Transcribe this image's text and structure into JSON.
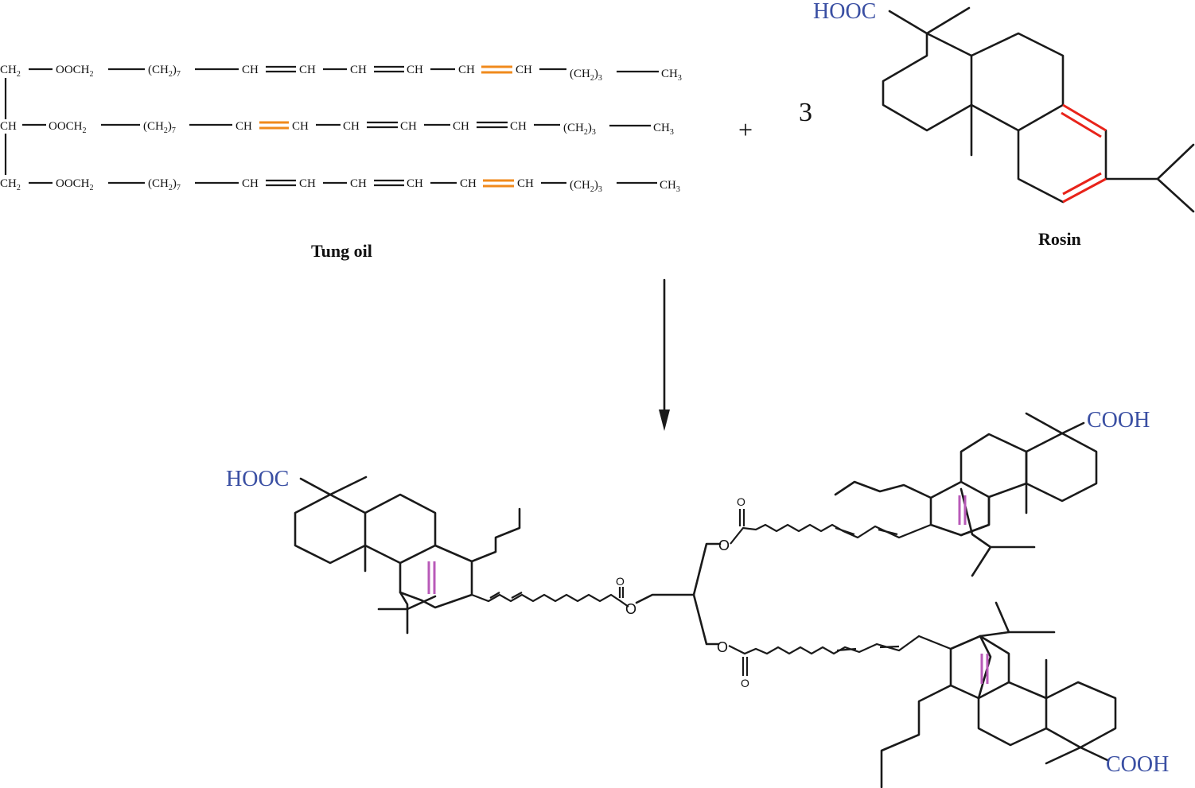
{
  "reactants": {
    "tung_oil": {
      "label": "Tung oil",
      "rows": [
        {
          "backbone": "CH",
          "backbone_sub": "2",
          "ester": "OOCH",
          "ester_sub": "2",
          "chain": "(CH",
          "chain_sub": "2",
          "chain_close": ")",
          "chain_n": "7",
          "ch1": "CH",
          "ch2": "CH",
          "ch3": "CH",
          "ch4": "CH",
          "ch5": "CH",
          "ch6": "CH",
          "tail": "(CH",
          "tail_sub": "2",
          "tail_close": ")",
          "tail_n": "3",
          "end": "CH",
          "end_sub": "3"
        },
        {
          "backbone": "CH",
          "backbone_sub": "",
          "ester": "OOCH",
          "ester_sub": "2",
          "chain": "(CH",
          "chain_sub": "2",
          "chain_close": ")",
          "chain_n": "7",
          "ch1": "CH",
          "ch2": "CH",
          "ch3": "CH",
          "ch4": "CH",
          "ch5": "CH",
          "ch6": "CH",
          "tail": "(CH",
          "tail_sub": "2",
          "tail_close": ")",
          "tail_n": "3",
          "end": "CH",
          "end_sub": "3"
        },
        {
          "backbone": "CH",
          "backbone_sub": "2",
          "ester": "OOCH",
          "ester_sub": "2",
          "chain": "(CH",
          "chain_sub": "2",
          "chain_close": ")",
          "chain_n": "7",
          "ch1": "CH",
          "ch2": "CH",
          "ch3": "CH",
          "ch4": "CH",
          "ch5": "CH",
          "ch6": "CH",
          "tail": "(CH",
          "tail_sub": "2",
          "tail_close": ")",
          "tail_n": "3",
          "end": "CH",
          "end_sub": "3"
        }
      ]
    },
    "plus": "+",
    "coefficient": "3",
    "rosin": {
      "label": "Rosin",
      "acid_group": "HOOC"
    }
  },
  "product": {
    "acid_left": "HOOC",
    "acid_top_right": "COOH",
    "acid_bottom_right": "COOH",
    "carbonyl_o": "O",
    "ester_o": "O"
  },
  "colors": {
    "tung_oil_reactive_bond": "#f08a1c",
    "rosin_reactive_bond": "#e8231a",
    "adduct_new_bond": "#b85ab8",
    "carboxyl_group": "#3a4fa3",
    "bonds": "#1a1a1a"
  }
}
